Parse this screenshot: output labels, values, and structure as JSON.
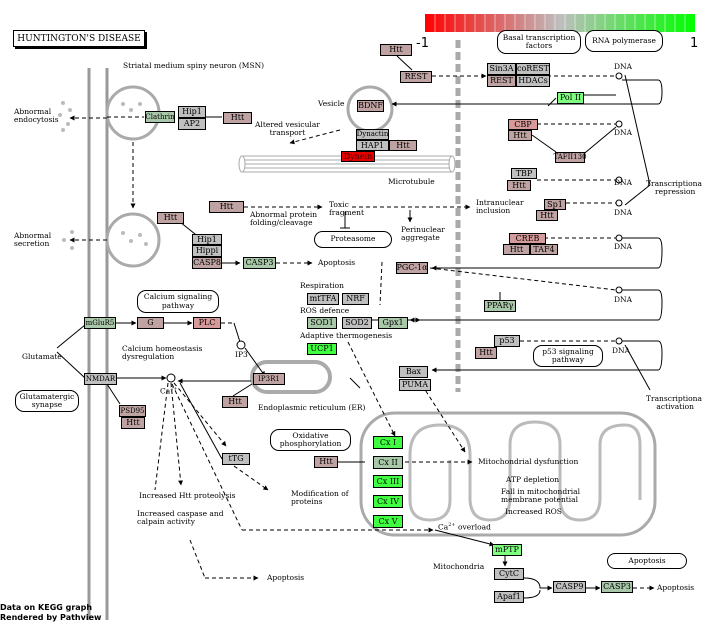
{
  "title": "HUNTINGTON'S DISEASE",
  "legend": {
    "min": "-1",
    "mid": "0",
    "max": "1",
    "colors": [
      "#ff0000",
      "#bebebe",
      "#00ff00"
    ]
  },
  "colors": {
    "neutral": "#bfa3a3",
    "gray": "#c0c0c0",
    "grayish_green": "#a9c7a9",
    "light_green": "#7fff7f",
    "bright_green": "#40ff40",
    "red": "#e50000",
    "salmon": "#d79a9a",
    "plain": "#bebebe"
  },
  "nodes": {
    "htt_top": "Htt",
    "rest_top": "REST",
    "sin3a": "Sin3A",
    "corest": "coREST",
    "rest2": "REST",
    "hdacs": "HDACs",
    "pol2": "Pol II",
    "bdnf": "BDNF",
    "dynactin": "Dynactin",
    "hap1": "HAP1",
    "htt_hap": "Htt",
    "dynein": "Dynein",
    "cbp": "CBP",
    "htt_cbp": "Htt",
    "tafii130": "TAFII130",
    "tbp": "TBP",
    "htt_tbp": "Htt",
    "sp1": "Sp1",
    "htt_sp1": "Htt",
    "creb": "CREB",
    "htt_creb": "Htt",
    "taf4": "TAF4",
    "pgc1a": "PGC-1α",
    "ppary": "PPARγ",
    "p53": "p53",
    "htt_p53": "Htt",
    "clathrin": "Clathrin",
    "hip1_a": "Hip1",
    "ap2": "AP2",
    "htt_clath": "Htt",
    "htt_vesic": "Htt",
    "hip1_b": "Hip1",
    "hippi": "Hippi",
    "casp8": "CASP8",
    "casp3_mid": "CASP3",
    "htt_toxic": "Htt",
    "mglur5": "mGluR5",
    "g": "G",
    "plc": "PLC",
    "nmdar": "NMDAR",
    "psd95": "PSD95",
    "htt_psd": "Htt",
    "ip3r1": "IP3R1",
    "htt_ip3": "Htt",
    "mtfa": "mtTFA",
    "nrf": "NRF",
    "sod1": "SOD1",
    "sod2": "SOD2",
    "gpx1": "Gpx1",
    "ucp1": "UCP1",
    "bax": "Bax",
    "puma": "PUMA",
    "ttg": "tTG",
    "htt_cx": "Htt",
    "cx1": "Cx I",
    "cx2": "Cx II",
    "cx3": "Cx III",
    "cx4": "Cx IV",
    "cx5": "Cx V",
    "mptp": "mPTP",
    "cytc": "CytC",
    "casp9": "CASP9",
    "casp3_bot": "CASP3",
    "apaf1": "Apaf1"
  },
  "labels": {
    "msn": "Striatal medium spiny neuron (MSN)",
    "abnormal_endocytosis": "Abnormal\nendocytosis",
    "abnormal_secretion": "Abnormal\nsecretion",
    "vesicle": "Vesicle",
    "altered_transport": "Altered vesicular\ntransport",
    "microtubule": "Microtubule",
    "abnormal_folding": "Abnormal protein\nfolding/cleavage",
    "toxic_fragment": "Toxic\nfragment",
    "intranuclear": "Intranuclear\ninclusion",
    "perinuclear": "Perinuclear\naggregate",
    "apoptosis_mid": "Apoptosis",
    "respiration": "Respiration",
    "ros_defence": "ROS defence",
    "adaptive": "Adaptive thermogenesis",
    "glutamate": "Glutamate",
    "ca_homeo": "Calcium homeostasis\ndysregulation",
    "ip3": "IP3",
    "ca2": "Ca",
    "er": "Endoplasmic reticulum (ER)",
    "mito_dysfunction": "Mitochondrial dysfunction",
    "atp_depletion": "ATP depletion",
    "fall_potential": "Fall in mitochondrial\nmembrane potential",
    "increased_ros": "Increased ROS",
    "increased_htt": "Increased Htt proteolysis",
    "increased_caspase": "Increased caspase and\ncalpain activity",
    "modification": "Modification of\nproteins",
    "apoptosis_low": "Apoptosis",
    "ca_overload": "Ca",
    "ca_overload_suffix": " overload",
    "mitochondria": "Mitochondria",
    "apoptosis_right": "Apoptosis",
    "dna": "DNA",
    "transcriptional_repression": "Transcriptional\nrepression",
    "transcriptional_activation": "Transcriptional\nactivation",
    "superscript_2plus": "2+"
  },
  "pills": {
    "basal": "Basal transcription\nfactors",
    "rna_pol": "RNA polymerase",
    "proteasome": "Proteasome",
    "calcium_signaling": "Calcium signaling\npathway",
    "glutamatergic": "Glutamatergic\nsynapse",
    "oxidative": "Oxidative\nphosphorylation",
    "p53_signaling": "p53 signaling\npathway",
    "apoptosis_box": "Apoptosis"
  },
  "credit": {
    "line1": "Data on KEGG graph",
    "line2": "Rendered by Pathview"
  }
}
